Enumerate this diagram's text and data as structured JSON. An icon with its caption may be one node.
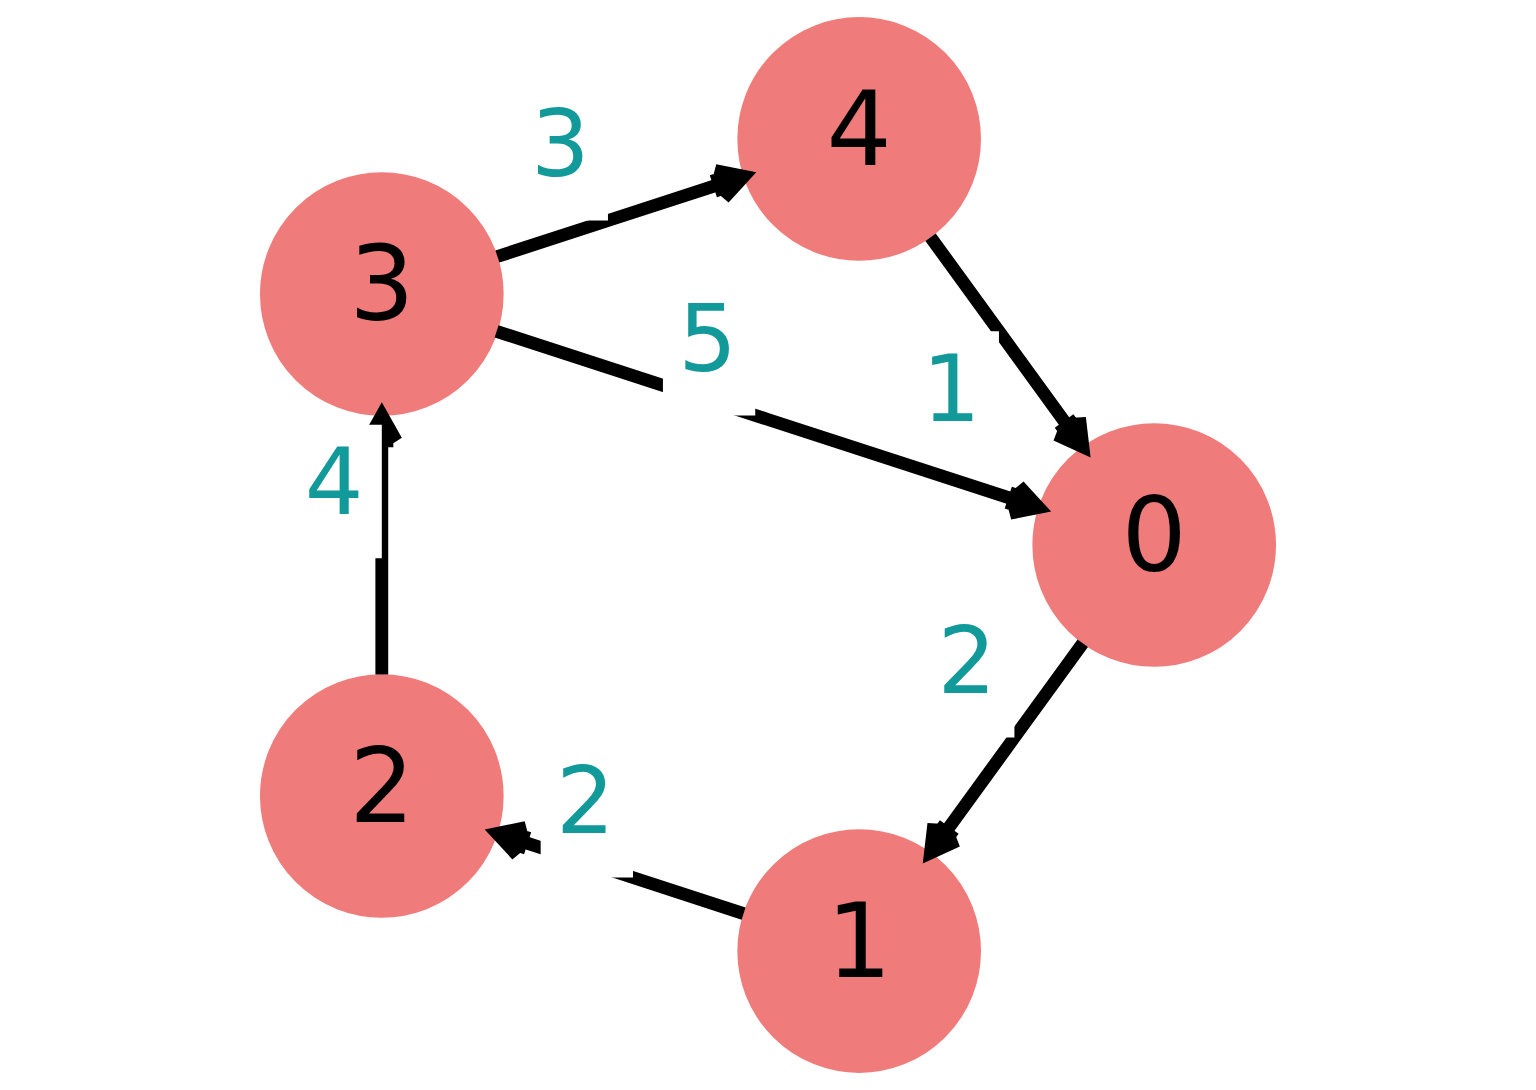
{
  "diagram": {
    "nodes": [
      {
        "text": [
          "0"
        ]
      },
      {
        "text": [
          "4"
        ]
      },
      {
        "text": [
          "1"
        ]
      },
      {
        "text": [
          "3"
        ]
      },
      {
        "text": [
          "2"
        ]
      }
    ],
    "edges": [
      {
        "from": 0,
        "to": 2,
        "arrow": "to",
        "label": "2"
      },
      {
        "from": 2,
        "to": 4,
        "arrow": "to",
        "label": "2"
      },
      {
        "from": 4,
        "to": 3,
        "arrow": "to",
        "label": "4"
      },
      {
        "from": 3,
        "to": 1,
        "arrow": "to",
        "label": "3"
      },
      {
        "from": 1,
        "to": 0,
        "arrow": "to",
        "label": "1"
      },
      {
        "from": 3,
        "to": 0,
        "arrow": "to",
        "label": "5"
      }
    ]
  }
}
